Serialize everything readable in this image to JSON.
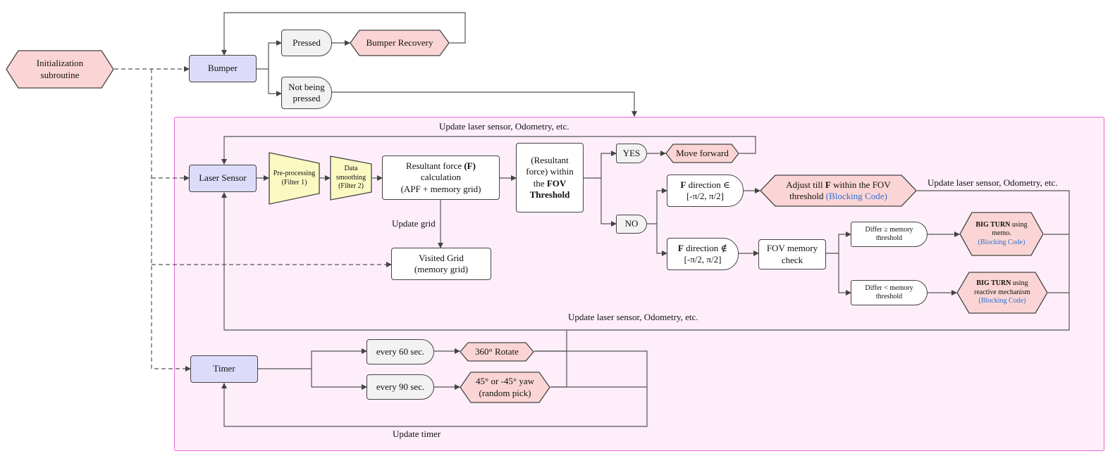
{
  "nodes": {
    "init": "Initialization subroutine",
    "bumper": "Bumper",
    "pressed": "Pressed",
    "bumper_recovery": "Bumper Recovery",
    "not_pressed": "Not being pressed",
    "laser": "Laser Sensor",
    "preproc_1": "Pre-processing",
    "preproc_2": "(Filter 1)",
    "smooth_1": "Data",
    "smooth_2": "smoothing",
    "smooth_3": "(Filter 2)",
    "force_1": "Resultant force ",
    "force_bold": "(F)",
    "force_2": "calculation",
    "force_3": "(APF + memory grid)",
    "fov_1": "(Resultant",
    "fov_2": "force) within",
    "fov_3": "the ",
    "fov_bold1": "FOV",
    "fov_bold2": "Threshold",
    "yes": "YES",
    "no": "NO",
    "move_forward": "Move forward",
    "fdir_in_bold": "F",
    "fdir_in_1": " direction ∈",
    "fdir_in_2": "[-π/2, π/2]",
    "fdir_out_bold": "F",
    "fdir_out_1": " direction ∉",
    "fdir_out_2": "[-π/2, π/2]",
    "adjust_1": "Adjust till ",
    "adjust_bold": "F",
    "adjust_2": " within the FOV",
    "adjust_3": "threshold ",
    "adjust_blue": "(Blocking Code)",
    "visited_1": "Visited Grid",
    "visited_2": "(memory grid)",
    "fov_mem_1": "FOV memory",
    "fov_mem_2": "check",
    "diff_ge_1": "Differ ≥ memory",
    "diff_ge_2": "threshold",
    "diff_lt_1": "Differ < memory",
    "diff_lt_2": "threshold",
    "bt1_bold": "BIG TURN",
    "bt1_1": " using",
    "bt1_2": "memo.",
    "bt1_blue": "(Blocking Code)",
    "bt2_bold": "BIG TURN",
    "bt2_1": " using",
    "bt2_2": "reactive mechanism",
    "bt2_blue": "(Blocking Code)",
    "timer": "Timer",
    "every60": "every 60 sec.",
    "every90": "every 90 sec.",
    "rotate": "360° Rotate",
    "yaw_1": "45° or -45° yaw",
    "yaw_2": "(random pick)"
  },
  "labels": {
    "update_top": "Update laser sensor, Odometry, etc.",
    "update_right": "Update laser sensor, Odometry, etc.",
    "update_bottom": "Update laser sensor, Odometry, etc.",
    "update_grid": "Update grid",
    "update_timer": "Update timer"
  },
  "colors": {
    "region_fill": "#fdeefa",
    "region_border": "#e86ad6",
    "hexagon_fill": "#fbd5d5",
    "trapezoid_fill": "#fbf9c2",
    "sensor_fill": "#dcdcfa",
    "blocking_code": "#2f6fd8"
  }
}
